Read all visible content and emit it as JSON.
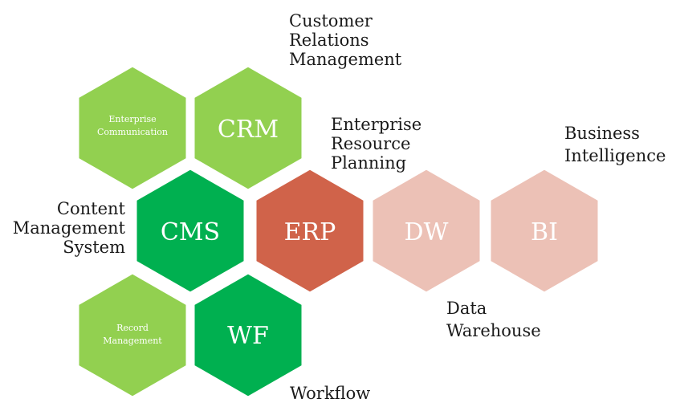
{
  "colors": {
    "light_green": "#92d050",
    "dark_green": "#00b050",
    "erp_red": "#d0634a",
    "pale_pink": "#ecc1b6",
    "annotation_text": "#1a1a1a"
  },
  "hexagons": {
    "enterprise_communication": {
      "lines": [
        "Enterprise",
        "Communication"
      ],
      "color": "light_green"
    },
    "crm": {
      "lines": [
        "CRM"
      ],
      "color": "light_green"
    },
    "cms": {
      "lines": [
        "CMS"
      ],
      "color": "dark_green"
    },
    "erp": {
      "lines": [
        "ERP"
      ],
      "color": "erp_red"
    },
    "dw": {
      "lines": [
        "DW"
      ],
      "color": "pale_pink"
    },
    "bi": {
      "lines": [
        "BI"
      ],
      "color": "pale_pink"
    },
    "record_management": {
      "lines": [
        "Record",
        "Management"
      ],
      "color": "light_green"
    },
    "wf": {
      "lines": [
        "WF"
      ],
      "color": "dark_green"
    }
  },
  "annotations": {
    "crm": [
      "Customer",
      "Relations",
      "Management"
    ],
    "erp": [
      "Enterprise",
      "Resource",
      "Planning"
    ],
    "bi": [
      "Business",
      "Intelligence"
    ],
    "cms": [
      "Content",
      "Management",
      "System"
    ],
    "dw": [
      "Data",
      "Warehouse"
    ],
    "wf": [
      "Workflow"
    ]
  }
}
